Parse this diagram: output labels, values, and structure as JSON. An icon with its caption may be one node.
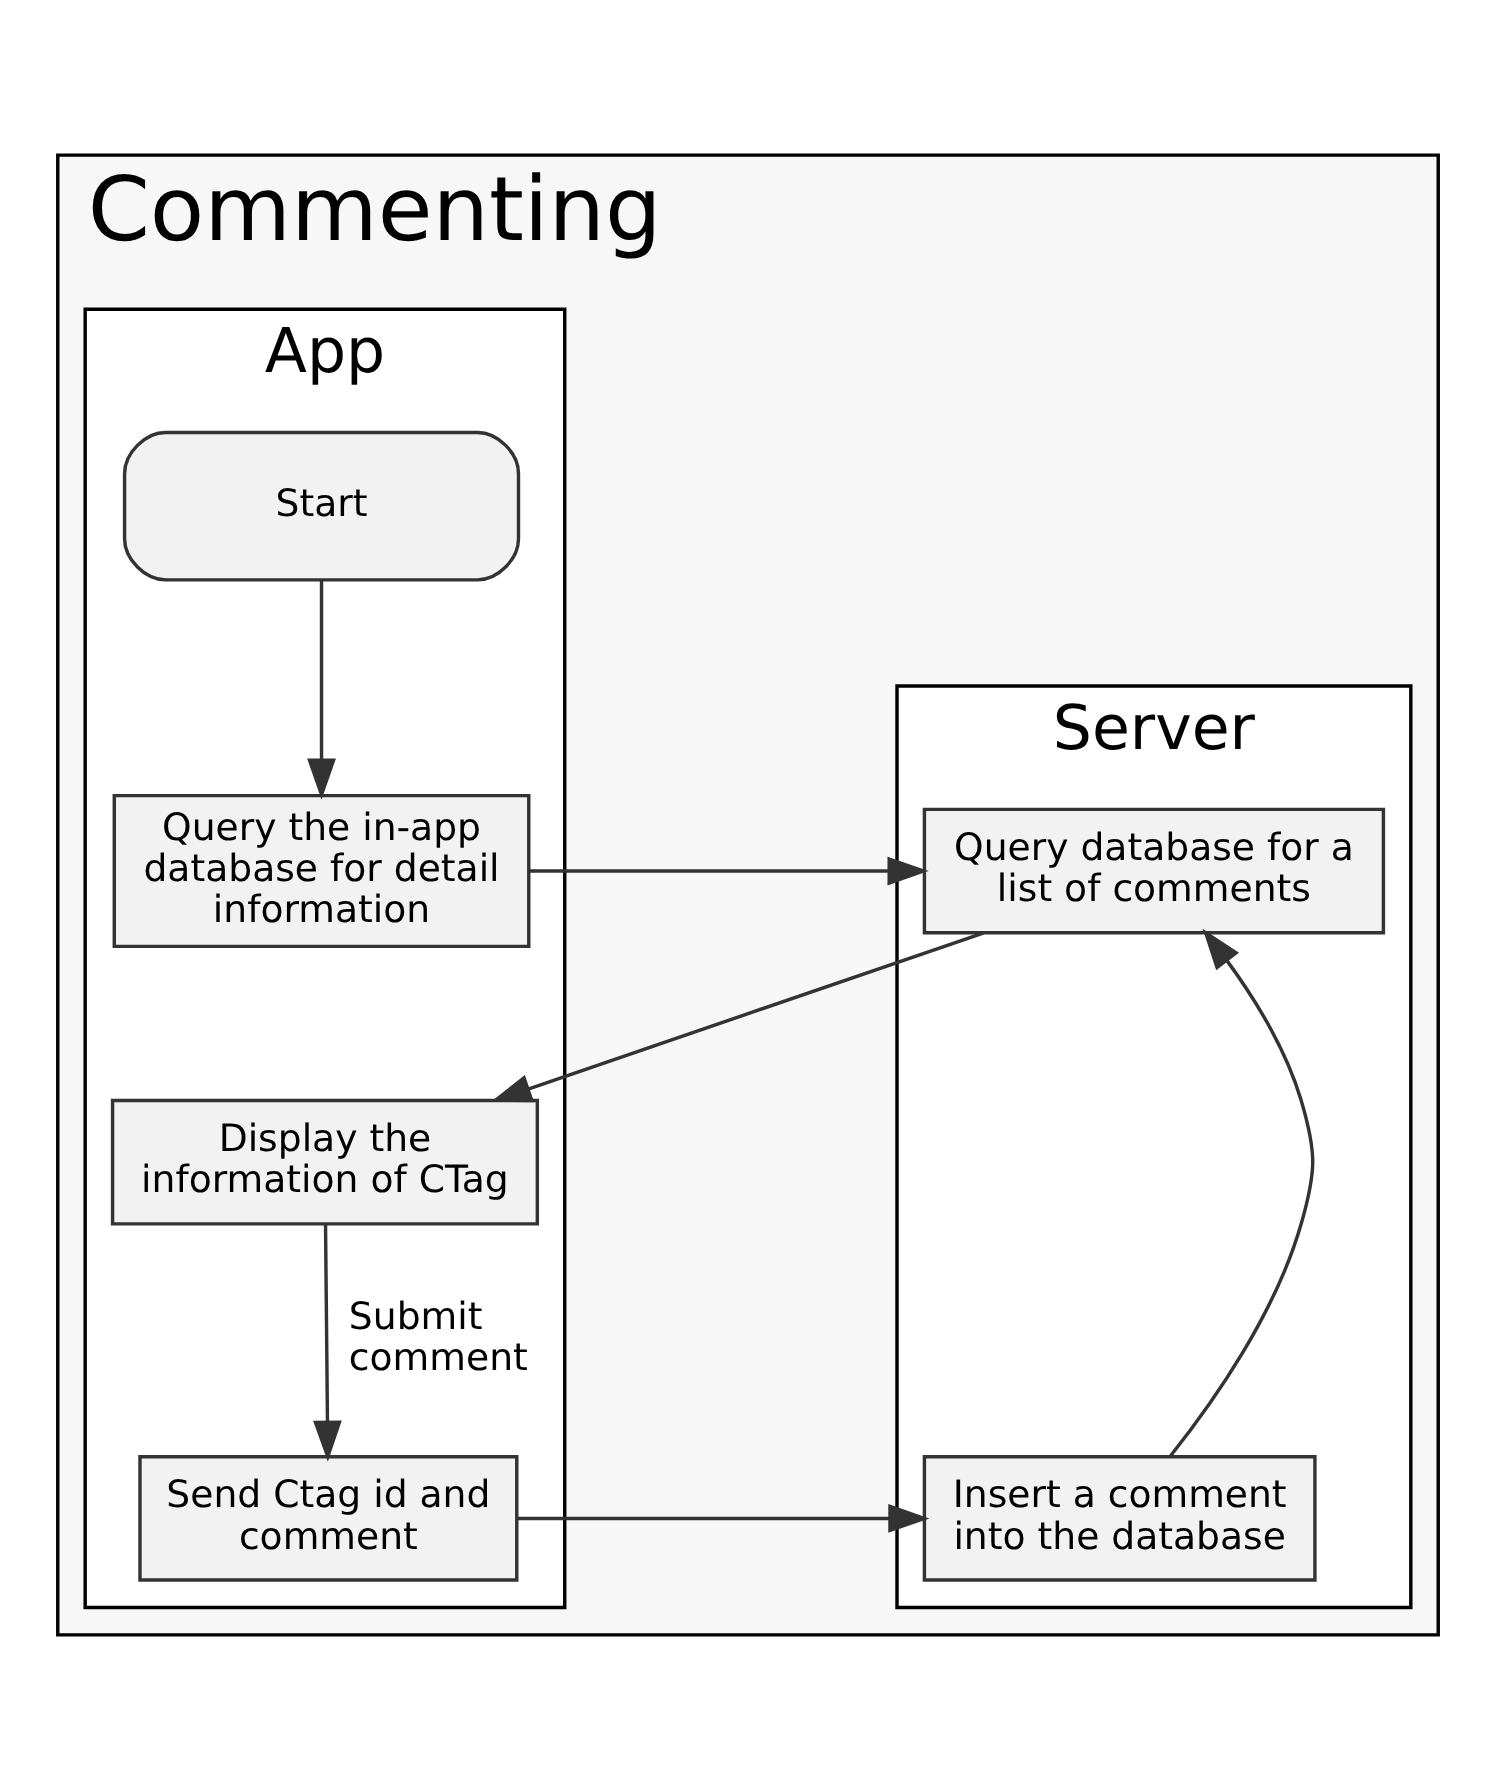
{
  "diagram": {
    "nodes": [
      {
        "text": [
          "Commenting"
        ]
      },
      {
        "text": [
          "Server"
        ],
        "in": 0
      },
      {
        "text": [
          "App"
        ],
        "in": 0
      },
      {
        "text": [
          "Start"
        ],
        "in": 2
      },
      {
        "text": [
          "Query the in-app database for detail information"
        ],
        "in": 2
      },
      {
        "text": [
          "Query database for a list of comments"
        ],
        "in": 1
      },
      {
        "text": [
          "Display the information of CTag"
        ],
        "in": 2
      },
      {
        "text": [
          "Send Ctag id and comment"
        ],
        "in": 2
      },
      {
        "text": [
          "Insert a comment into the database"
        ],
        "in": 1
      }
    ],
    "edges": [
      {
        "from": 3,
        "to": 4,
        "arrow": "to"
      },
      {
        "from": 4,
        "to": 5,
        "arrow": "to"
      },
      {
        "from": 5,
        "to": 6,
        "arrow": "to"
      },
      {
        "from": 6,
        "to": 7,
        "arrow": "to",
        "label": "Submit comment"
      },
      {
        "from": 7,
        "to": 8,
        "arrow": "to"
      },
      {
        "from": 8,
        "to": 5,
        "arrow": "to"
      }
    ]
  }
}
